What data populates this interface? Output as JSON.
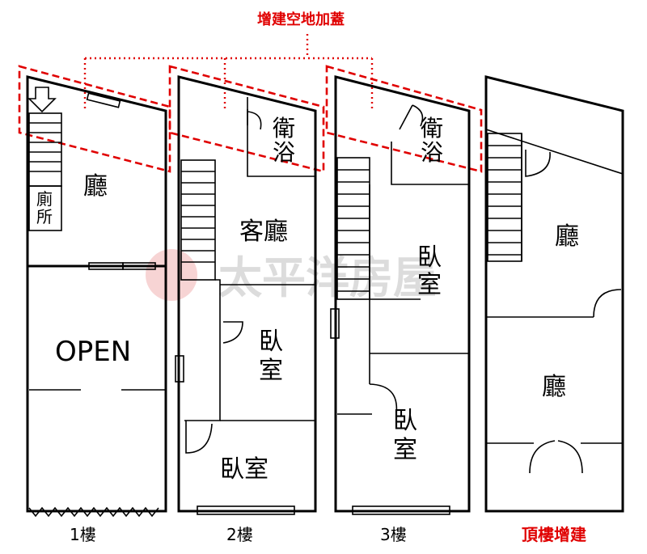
{
  "annotation": {
    "label": "增建空地加蓋",
    "color": "#e00000"
  },
  "watermark": {
    "text": "太平洋房屋",
    "color": "#b3b3b3"
  },
  "floors": [
    {
      "label": "1樓",
      "rooms": {
        "hall": "廳",
        "toilet_a": "廁",
        "toilet_b": "所",
        "open": "OPEN"
      }
    },
    {
      "label": "2樓",
      "rooms": {
        "bath_a": "衛",
        "bath_b": "浴",
        "living": "客廳",
        "bed1_a": "臥",
        "bed1_b": "室",
        "bed2": "臥室"
      }
    },
    {
      "label": "3樓",
      "rooms": {
        "bath_a": "衛",
        "bath_b": "浴",
        "bed1_a": "臥",
        "bed1_b": "室",
        "bed2_a": "臥",
        "bed2_b": "室"
      }
    },
    {
      "label": "頂樓增建",
      "label_color": "#e00000",
      "rooms": {
        "hall1": "廳",
        "hall2": "廳"
      }
    }
  ]
}
